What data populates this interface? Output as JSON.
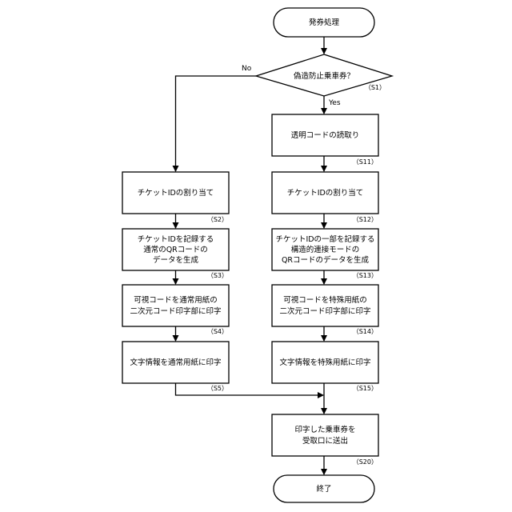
{
  "flowchart": {
    "start": {
      "label": "発券処理"
    },
    "decision": {
      "label": "偽造防止乗車券？",
      "step": "（S1）",
      "no_label": "No",
      "yes_label": "Yes"
    },
    "left_branch": [
      {
        "lines": [
          "チケットIDの割り当て"
        ],
        "step": "（S2）"
      },
      {
        "lines": [
          "チケットIDを記録する",
          "通常のQRコードの",
          "データを生成"
        ],
        "step": "（S3）"
      },
      {
        "lines": [
          "可視コードを通常用紙の",
          "二次元コード印字部に印字"
        ],
        "step": "（S4）"
      },
      {
        "lines": [
          "文字情報を通常用紙に印字"
        ],
        "step": "（S5）"
      }
    ],
    "right_branch": [
      {
        "lines": [
          "透明コードの読取り"
        ],
        "step": "（S11）"
      },
      {
        "lines": [
          "チケットIDの割り当て"
        ],
        "step": "（S12）"
      },
      {
        "lines": [
          "チケットIDの一部を記録する",
          "構造的連接モードの",
          "QRコードのデータを生成"
        ],
        "step": "（S13）"
      },
      {
        "lines": [
          "可視コードを特殊用紙の",
          "二次元コード印字部に印字"
        ],
        "step": "（S14）"
      },
      {
        "lines": [
          "文字情報を特殊用紙に印字"
        ],
        "step": "（S15）"
      }
    ],
    "merge_step": {
      "lines": [
        "印字した乗車券を",
        "受取口に送出"
      ],
      "step": "（S20）"
    },
    "end": {
      "label": "終了"
    }
  }
}
